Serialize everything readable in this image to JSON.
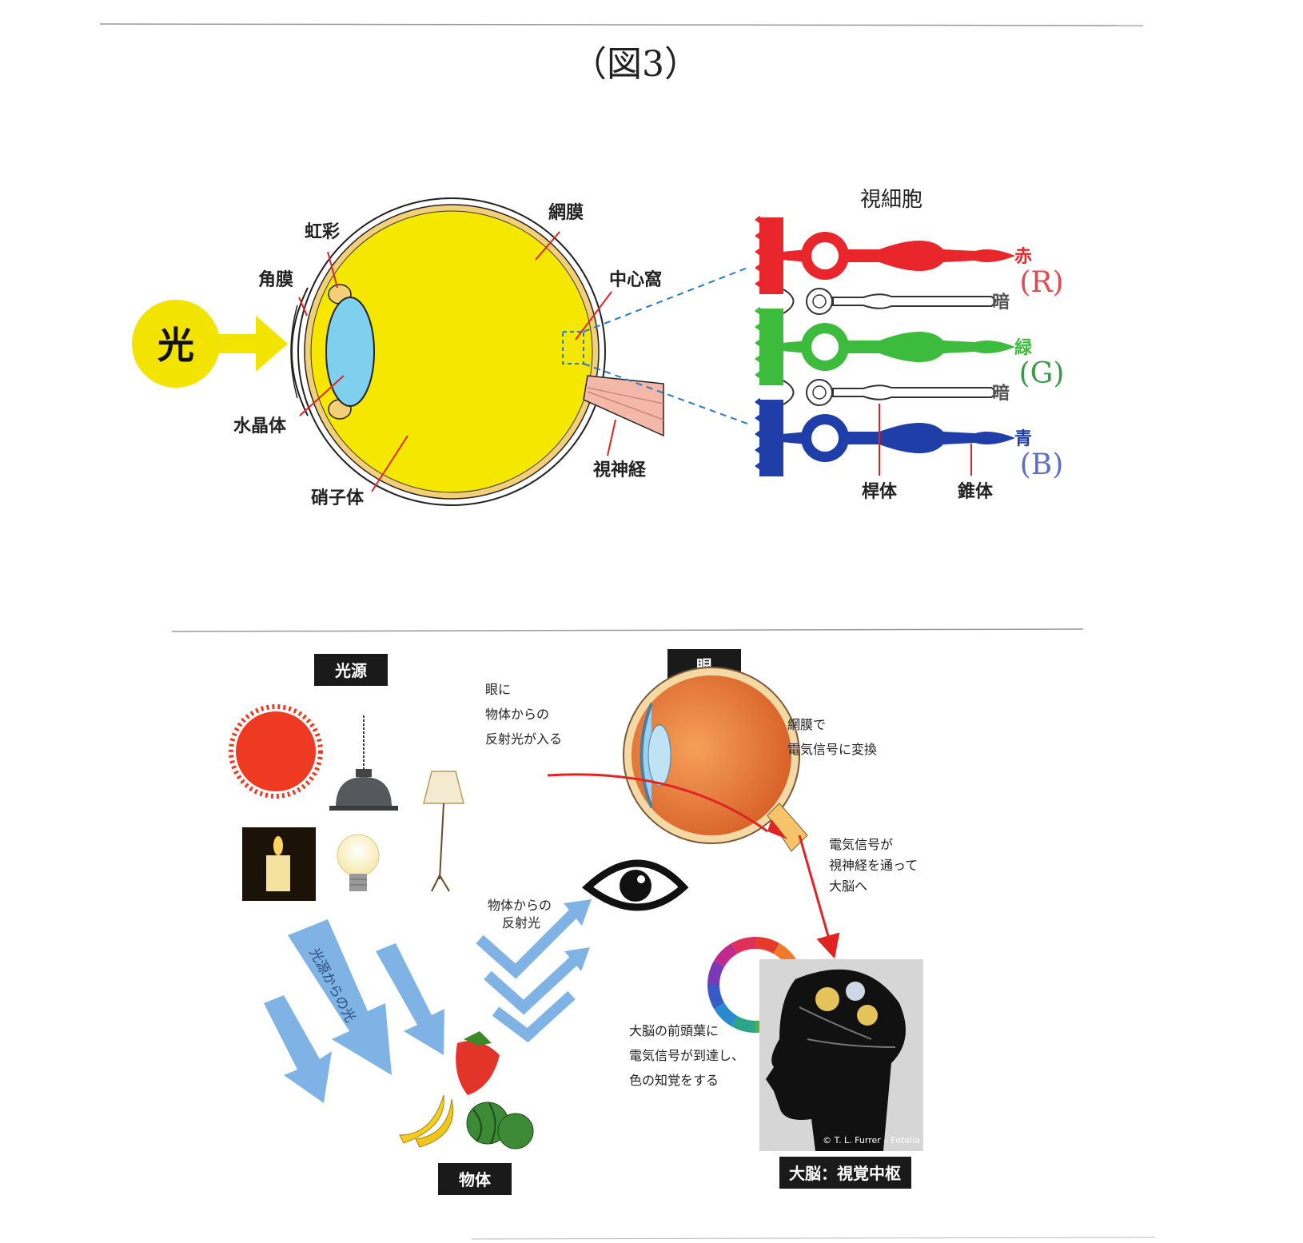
{
  "figure_title": "（図3）",
  "top_diagram": {
    "light_label": "光",
    "labels": {
      "cornea": "角膜",
      "iris": "虹彩",
      "retina": "網膜",
      "fovea": "中心窩",
      "lens": "水晶体",
      "vitreous": "硝子体",
      "optic_nerve": "視神経",
      "photoreceptor_title": "視細胞",
      "rod": "桿体",
      "cone": "錐体"
    },
    "cells": [
      {
        "label": "赤",
        "note": "(R)",
        "color": "#e8262b"
      },
      {
        "label": "暗",
        "note": "",
        "color": "#555555"
      },
      {
        "label": "緑",
        "note": "(G)",
        "color": "#3cbb3c"
      },
      {
        "label": "暗",
        "note": "",
        "color": "#555555"
      },
      {
        "label": "青",
        "note": "(B)",
        "color": "#1f3ea8"
      }
    ],
    "note_colors": {
      "R": "#e8464a",
      "G": "#3a9a4a",
      "B": "#5a6fc8"
    }
  },
  "bottom_diagram": {
    "tags": {
      "light_source": "光源",
      "eye": "眼",
      "object": "物体",
      "brain": "大脳：視覚中枢"
    },
    "text_eye_in": [
      "眼に",
      "物体からの",
      "反射光が入る"
    ],
    "text_retina": [
      "網膜で",
      "電気信号に変換"
    ],
    "text_nerve": [
      "電気信号が",
      "視神経を通って",
      "大脳へ"
    ],
    "text_brain": [
      "大脳の前頭葉に",
      "電気信号が到達し、",
      "色の知覚をする"
    ],
    "text_reflect": [
      "物体からの",
      "反射光"
    ],
    "text_from_source": "光源からの光",
    "credit": "© T. L. Furrer – Fotolia",
    "colors": {
      "arrow_blue": "#7fb3e6",
      "arrow_red": "#e02424",
      "tag_bg": "#1a1a1a"
    }
  }
}
